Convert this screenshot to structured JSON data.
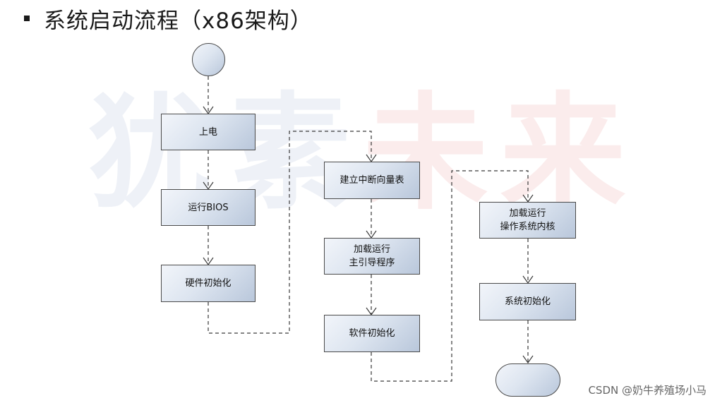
{
  "title": "系统启动流程（x86架构）",
  "watermark": [
    "犹",
    "素",
    "未",
    "来"
  ],
  "nodes": {
    "power_on": "上电",
    "run_bios": "运行BIOS",
    "hw_init": "硬件初始化",
    "build_ivt": "建立中断向量表",
    "load_bootloader": "加载运行\n主引导程序",
    "sw_init": "软件初始化",
    "load_kernel": "加载运行\n操作系统内核",
    "sys_init": "系统初始化"
  },
  "credit": "CSDN @奶牛养殖场小马"
}
